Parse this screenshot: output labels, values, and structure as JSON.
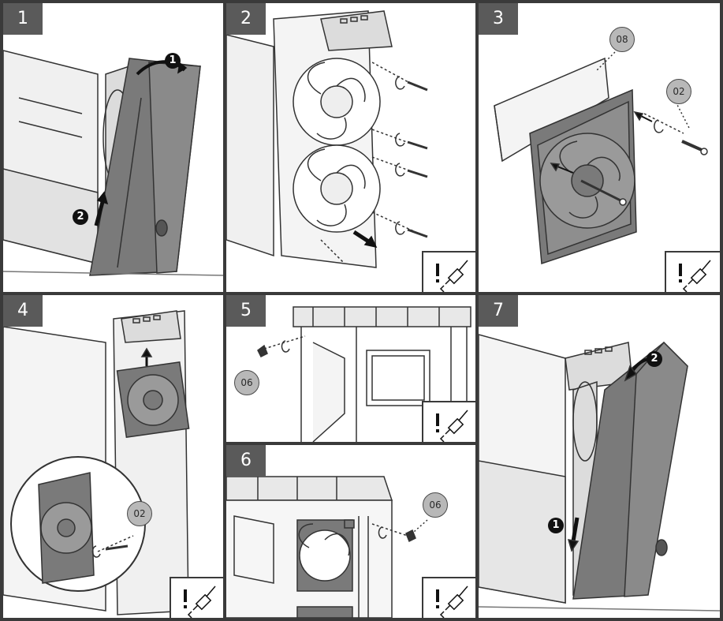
{
  "steps": [
    {
      "number": "1",
      "markers": [
        "1",
        "2"
      ]
    },
    {
      "number": "2"
    },
    {
      "number": "3",
      "callouts": [
        "08",
        "02"
      ]
    },
    {
      "number": "4",
      "callouts": [
        "02"
      ]
    },
    {
      "number": "5",
      "callouts": [
        "06"
      ]
    },
    {
      "number": "6",
      "callouts": [
        "06"
      ]
    },
    {
      "number": "7",
      "markers": [
        "1",
        "2"
      ]
    }
  ],
  "icons": {
    "tool": "screwdriver-caution-icon",
    "arrow": "direction-arrow-icon"
  },
  "colors": {
    "frame": "#3a3a3a",
    "badge": "#5a5a5a",
    "callout": "#b8b8b8",
    "panel_gray": "#7a7a7a"
  }
}
